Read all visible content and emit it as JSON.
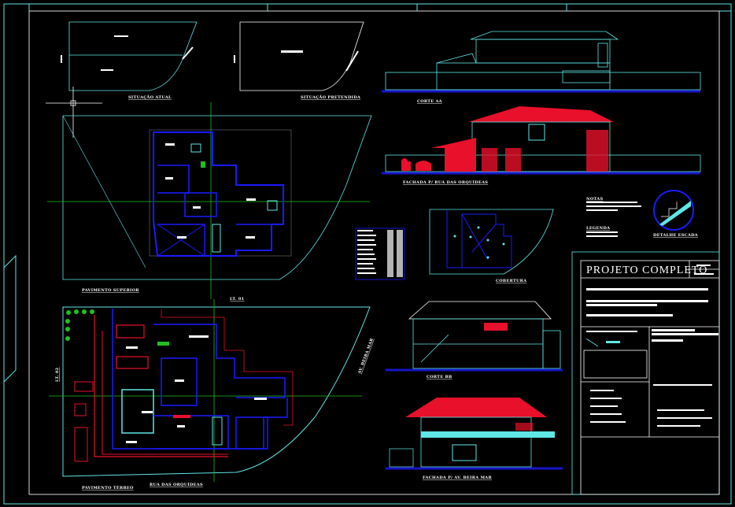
{
  "title_block": {
    "project_title": "PROJETO COMPLETO"
  },
  "views": {
    "situacao_atual": "SITUAÇÃO ATUAL",
    "situacao_pretendida": "SITUAÇÃO PRETENDIDA",
    "corte_aa": "CORTE AA",
    "fachada_orquideas": "FACHADA P/ RUA DAS ORQUÍDEAS",
    "pavimento_superior": "PAVIMENTO SUPERIOR",
    "pavimento_terreo": "PAVIMENTO TÉRREO",
    "rua_orquideas": "RUA DAS ORQUÍDEAS",
    "av_beira_mar": "AV. BEIRA MAR",
    "lote": "LT. 01",
    "lote_side": "LT. 02",
    "cobertura": "COBERTURA",
    "corte_bb": "CORTE BB",
    "fachada_beira_mar": "FACHADA P/ AV. BEIRA MAR",
    "detalhe_escada": "DETALHE ESCADA"
  },
  "notes": {
    "notas_heading": "NOTAS",
    "legenda_heading": "LEGENDA"
  },
  "colors": {
    "background": "#000000",
    "frame": "#5fe6e6",
    "wall": "#1a1aff",
    "roof": "#e8102a",
    "axis": "#20c020",
    "ground": "#1616c8"
  }
}
